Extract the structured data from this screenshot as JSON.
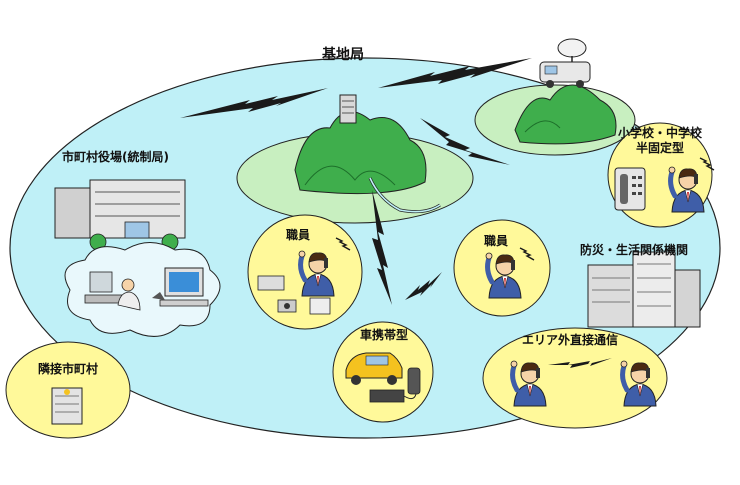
{
  "labels": {
    "base_station": "基地局",
    "city_hall": "市町村役場(統制局)",
    "school": "小学校・中学校",
    "fixed_type": "半固定型",
    "staff_1": "職員",
    "staff_2": "職員",
    "disaster_agency": "防災・生活関係機関",
    "vehicle_type": "車携帯型",
    "out_of_area": "エリア外直接通信",
    "neighbor_town": "隣接市町村"
  },
  "colors": {
    "sea": "#bff0f7",
    "island": "#c8efc0",
    "mountain": "#3fae4c",
    "bubble": "#fff99a",
    "cloud": "#e9f8fc",
    "lightning": "#1a1a1a"
  }
}
